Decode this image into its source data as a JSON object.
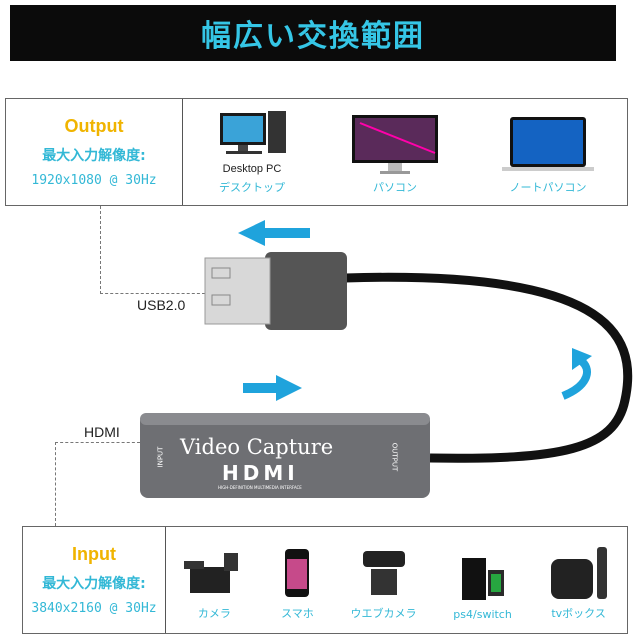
{
  "banner": {
    "title": "幅広い交換範囲"
  },
  "output": {
    "heading": "Output",
    "res_label": "最大入力解像度:",
    "res_value": "1920x1080 @ 30Hz",
    "devices": [
      {
        "sub": "Desktop PC",
        "label": "デスクトップ",
        "icon": "desktop-pc-icon"
      },
      {
        "label": "パソコン",
        "icon": "monitor-icon"
      },
      {
        "label": "ノートパソコン",
        "icon": "laptop-icon"
      }
    ]
  },
  "usb_label": "USB2.0",
  "hdmi_label": "HDMI",
  "device": {
    "title": "Video Capture",
    "logo": "HDMI",
    "logo_sub": "HIGH-DEFINITION MULTIMEDIA INTERFACE",
    "input": "INPUT",
    "output": "OUTPUT"
  },
  "input": {
    "heading": "Input",
    "res_label": "最大入力解像度:",
    "res_value": "3840x2160 @ 30Hz",
    "devices": [
      {
        "label": "カメラ",
        "icon": "camcorder-icon"
      },
      {
        "label": "スマホ",
        "icon": "smartphone-icon"
      },
      {
        "label": "ウエブカメラ",
        "icon": "webcam-icon"
      },
      {
        "label": "ps4/switch",
        "icon": "console-icon"
      },
      {
        "label": "tvボックス",
        "icon": "tv-box-icon"
      }
    ]
  },
  "colors": {
    "accent": "#33b8d6",
    "heading": "#f0b400",
    "arrow": "#1fa3dc"
  }
}
